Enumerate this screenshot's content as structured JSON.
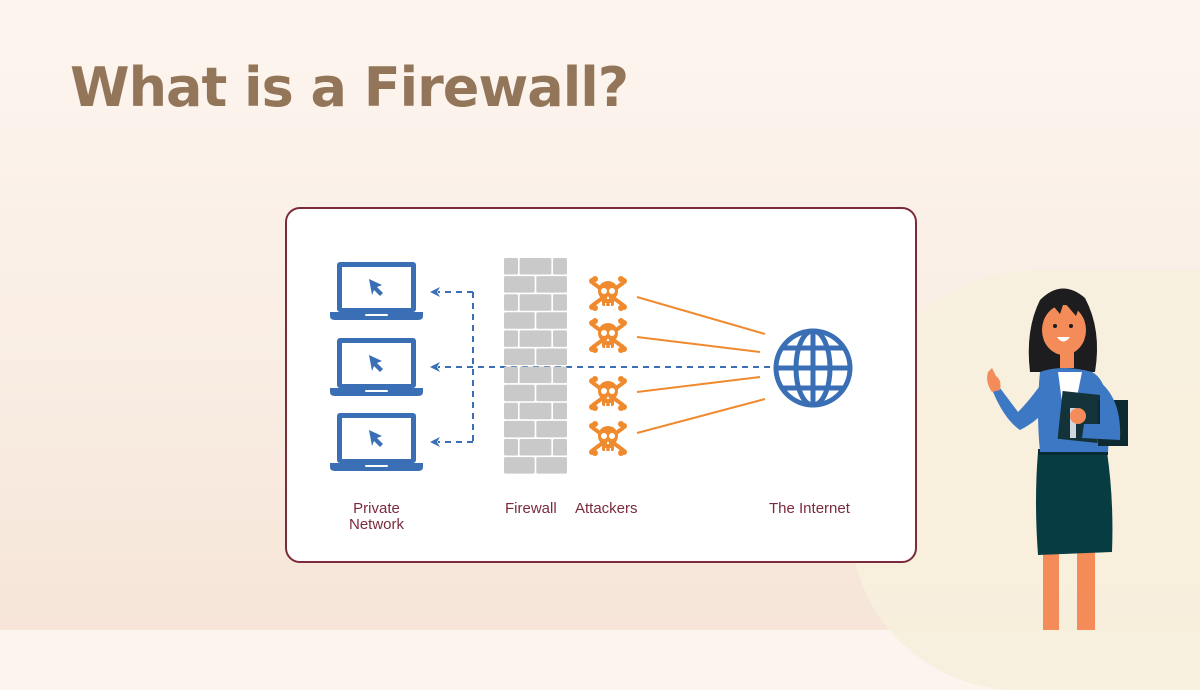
{
  "title": "What is a Firewall?",
  "diagram": {
    "labels": {
      "private_network_line1": "Private",
      "private_network_line2": "Network",
      "firewall": "Firewall",
      "attackers": "Attackers",
      "internet": "The Internet"
    },
    "nodes": {
      "private_network": {
        "count": 3,
        "icon": "laptop-icon"
      },
      "firewall": {
        "icon": "brick-wall-icon"
      },
      "attackers": {
        "count": 4,
        "icon": "skull-crossbones-icon"
      },
      "internet": {
        "icon": "globe-icon"
      }
    },
    "flows": [
      {
        "from": "internet",
        "to": "private_network",
        "style": "dashed",
        "meaning": "allowed traffic"
      },
      {
        "from": "attackers",
        "to": "internet",
        "style": "solid",
        "count": 4
      }
    ]
  },
  "colors": {
    "title": "#93765a",
    "card_border": "#7b2b3c",
    "label_text": "#7b2b3c",
    "laptop_blue": "#3a6fb6",
    "wall_gray": "#c9c9c9",
    "attacker_orange": "#ef8a2e",
    "globe_blue": "#3a6fb6"
  }
}
